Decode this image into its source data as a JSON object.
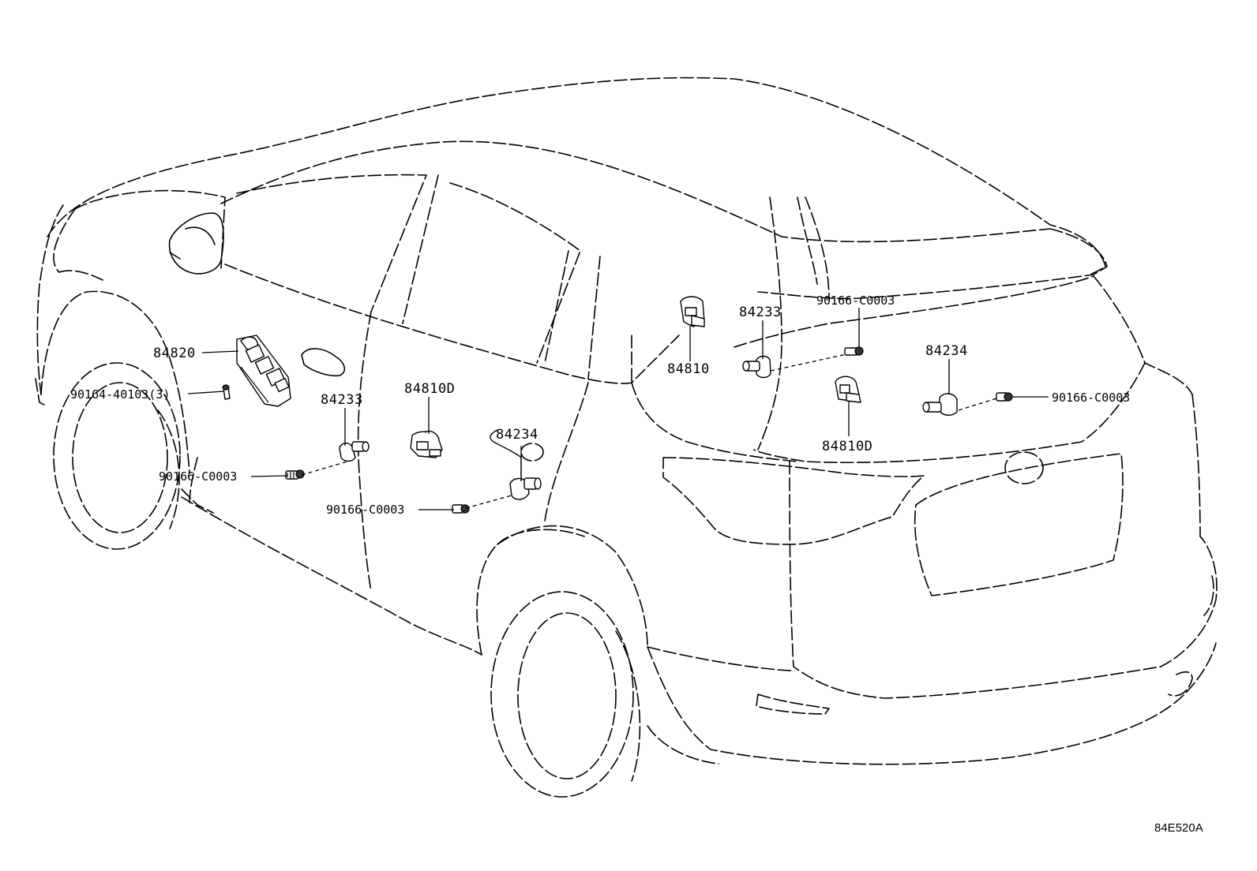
{
  "diagram": {
    "id": "84E520A",
    "callouts": [
      {
        "key": "switch_master",
        "label": "84820"
      },
      {
        "key": "screw_switch",
        "label": "90164-40103(3)"
      },
      {
        "key": "front_door_switch",
        "label": "84233"
      },
      {
        "key": "front_door_screw",
        "label": "90166-C0003"
      },
      {
        "key": "front_connector",
        "label": "84810D"
      },
      {
        "key": "rear_door_switch",
        "label": "84234"
      },
      {
        "key": "rear_door_screw",
        "label": "90166-C0003"
      },
      {
        "key": "pillar_connector",
        "label": "84810"
      },
      {
        "key": "back_door_switch_left",
        "label": "84233"
      },
      {
        "key": "back_screw_upper",
        "label": "90166-C0003"
      },
      {
        "key": "back_connector",
        "label": "84810D"
      },
      {
        "key": "back_door_switch_right",
        "label": "84234"
      },
      {
        "key": "back_screw_right",
        "label": "90166-C0003"
      }
    ]
  }
}
